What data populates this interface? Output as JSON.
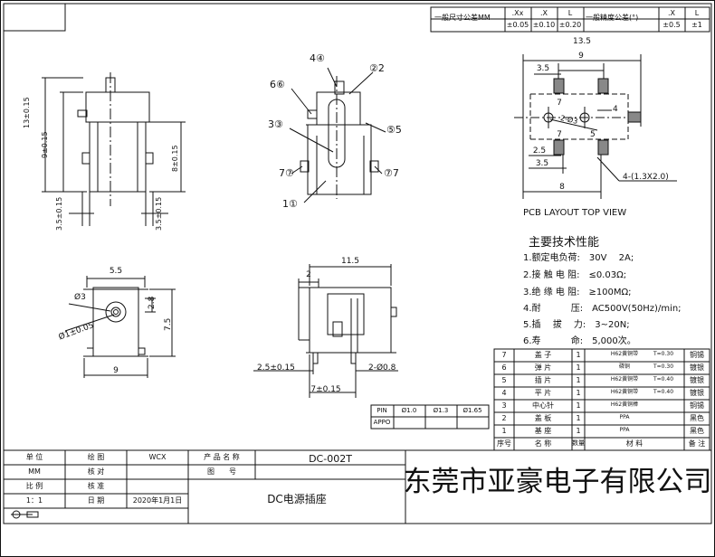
{
  "tolerance": {
    "general_dim_label": "一般尺寸公差MM",
    "dim_headers": [
      ".Xx",
      ".X",
      "L"
    ],
    "dim_values": [
      "±0.05",
      "±0.10",
      "±0.20"
    ],
    "general_angle_label": "一般精度公差(°)",
    "angle_headers": [
      ".X",
      "L"
    ],
    "angle_values": [
      "±0.5",
      "±1"
    ]
  },
  "front_view": {
    "dims": [
      "13±0.15",
      "9±0.15",
      "8±0.15",
      "3.5±0.15",
      "3.5±0.15"
    ]
  },
  "exploded_view": {
    "callouts": [
      "4④",
      "②2",
      "6⑥",
      "3③",
      "⑤5",
      "7⑦",
      "⑦7",
      "1①"
    ]
  },
  "pcb_layout": {
    "dims": [
      "13.5",
      "9",
      "3.5",
      "7",
      "4",
      "2-Ø3",
      "7",
      "5",
      "2.5",
      "3.5",
      "8",
      "4-(1.3X2.0)"
    ],
    "caption": "PCB LAYOUT TOP VIEW"
  },
  "specs": {
    "title": "主要技术性能",
    "items": [
      "1.额定电负荷:　30V　 2A;",
      "2.接 触 电 阻:　≤0.03Ω;",
      "3.绝 缘 电 阻:　≥100MΩ;",
      "4.耐　　　 压:　AC500V(50Hz)/min;",
      "5.插　 拔　 力:　3~20N;",
      "6.寿　　　 命:　5,000次。"
    ]
  },
  "bottom_view": {
    "dims": [
      "5.5",
      "Ø3",
      "2.8",
      "Ø1±0.05",
      "7.5",
      "9"
    ]
  },
  "side_view": {
    "dims": [
      "11.5",
      "2",
      "2.5±0.15",
      "2-Ø0.8",
      "7±0.15"
    ]
  },
  "pin_table": {
    "row1": [
      "PIN",
      "Ø1.0",
      "Ø1.3",
      "Ø1.65"
    ],
    "row2": [
      "APPO"
    ]
  },
  "bom": {
    "rows": [
      [
        "7",
        "盖 子",
        "1",
        "H62黄铜带",
        "T=0.30",
        "铜锡"
      ],
      [
        "6",
        "弹 片",
        "1",
        "磷铜",
        "T=0.30",
        "镀银"
      ],
      [
        "5",
        "插 片",
        "1",
        "H62黄铜带",
        "T=0.40",
        "镀银"
      ],
      [
        "4",
        "平 片",
        "1",
        "H62黄铜带",
        "T=0.40",
        "镀银"
      ],
      [
        "3",
        "中心针",
        "1",
        "H62黄铜棒",
        "",
        "铜锡"
      ],
      [
        "2",
        "盖 板",
        "1",
        "PPA",
        "",
        "黑色"
      ],
      [
        "1",
        "基 座",
        "1",
        "PPA",
        "",
        "黑色"
      ]
    ],
    "header": [
      "序号",
      "名 称",
      "数量",
      "材 料",
      "备 注"
    ]
  },
  "title_block": {
    "labels": [
      "单 位",
      "绘 图",
      "MM",
      "核 对",
      "比 例",
      "核 准",
      "1：1",
      "日 期"
    ],
    "drawer": "WCX",
    "date": "2020年1月1日",
    "product_name_label": "产 品 名 称",
    "product_name": "DC-002T",
    "drawing_no_label": "图　　号",
    "description": "DC电源插座",
    "company": "东莞市亚豪电子有限公司"
  }
}
